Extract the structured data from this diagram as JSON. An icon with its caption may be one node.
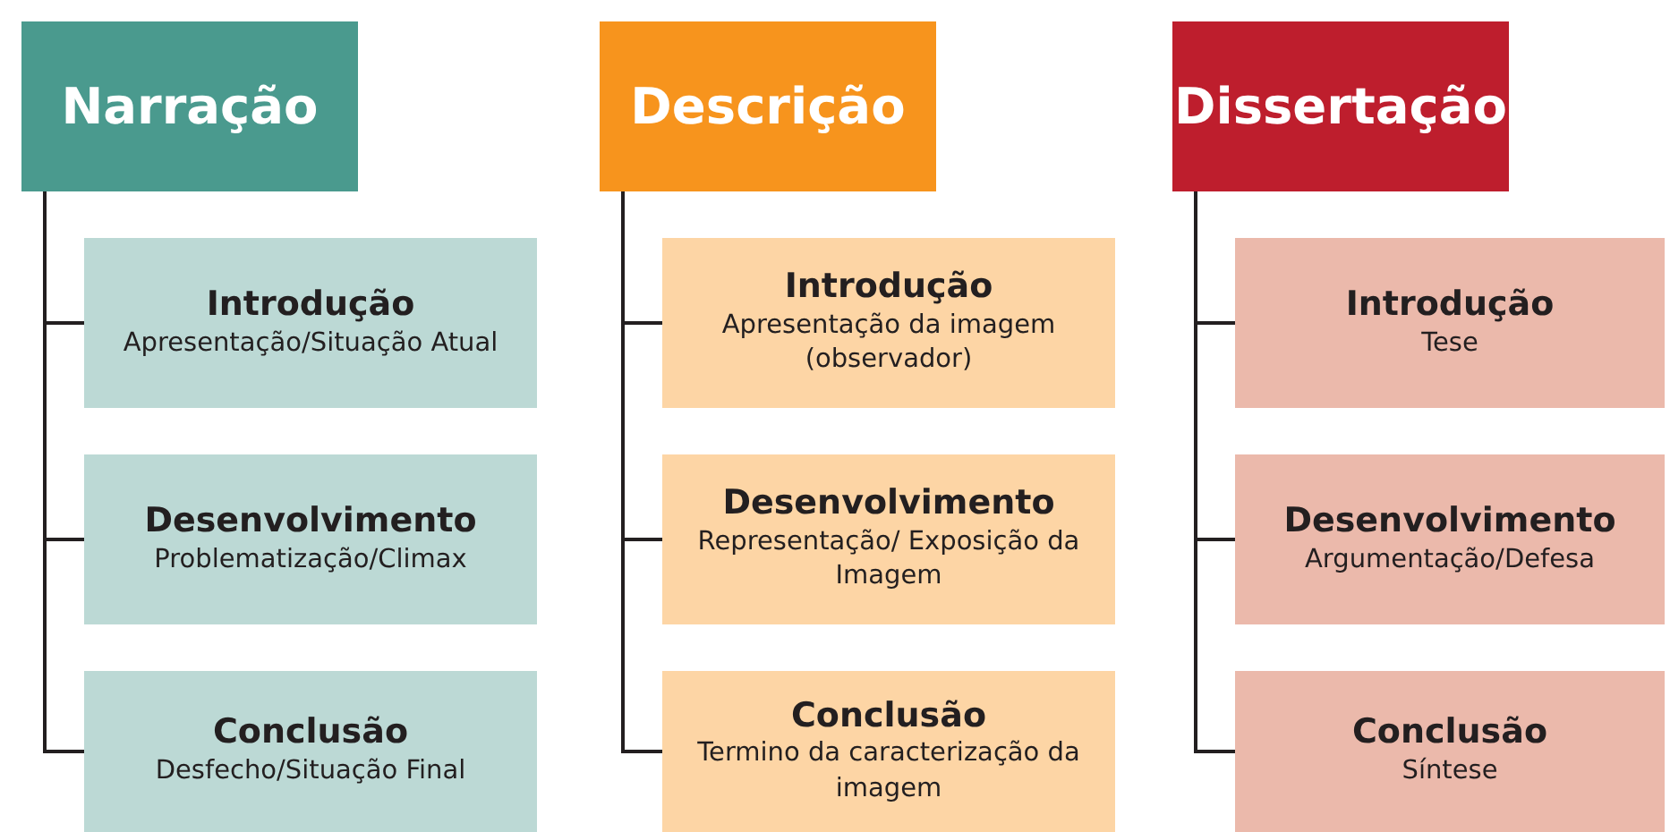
{
  "diagram": {
    "nodes": [
      {
        "text": [
          "Narração"
        ]
      },
      {
        "text": [
          "Introdução",
          "Apresentação/Situação Atual"
        ]
      },
      {
        "text": [
          "Desenvolvimento",
          "Problematização/Climax"
        ]
      },
      {
        "text": [
          "Conclusão",
          "Desfecho/Situação Final"
        ]
      },
      {
        "text": [
          "Descrição"
        ]
      },
      {
        "text": [
          "Introdução",
          "Apresentação da imagem (observador)"
        ]
      },
      {
        "text": [
          "Desenvolvimento",
          "Representação/ Exposição da Imagem"
        ]
      },
      {
        "text": [
          "Conclusão",
          "Termino da caracterização da imagem"
        ]
      },
      {
        "text": [
          "Dissertação"
        ]
      },
      {
        "text": [
          "Introdução",
          "Tese"
        ]
      },
      {
        "text": [
          "Desenvolvimento",
          "Argumentação/Defesa"
        ]
      },
      {
        "text": [
          "Conclusão",
          "Síntese"
        ]
      }
    ],
    "edges": [
      {
        "from": 0,
        "to": 1,
        "arrow": "none"
      },
      {
        "from": 0,
        "to": 2,
        "arrow": "none"
      },
      {
        "from": 0,
        "to": 3,
        "arrow": "none"
      },
      {
        "from": 4,
        "to": 5,
        "arrow": "none"
      },
      {
        "from": 4,
        "to": 6,
        "arrow": "none"
      },
      {
        "from": 4,
        "to": 7,
        "arrow": "none"
      },
      {
        "from": 8,
        "to": 9,
        "arrow": "none"
      },
      {
        "from": 8,
        "to": 10,
        "arrow": "none"
      },
      {
        "from": 8,
        "to": 11,
        "arrow": "none"
      }
    ]
  }
}
